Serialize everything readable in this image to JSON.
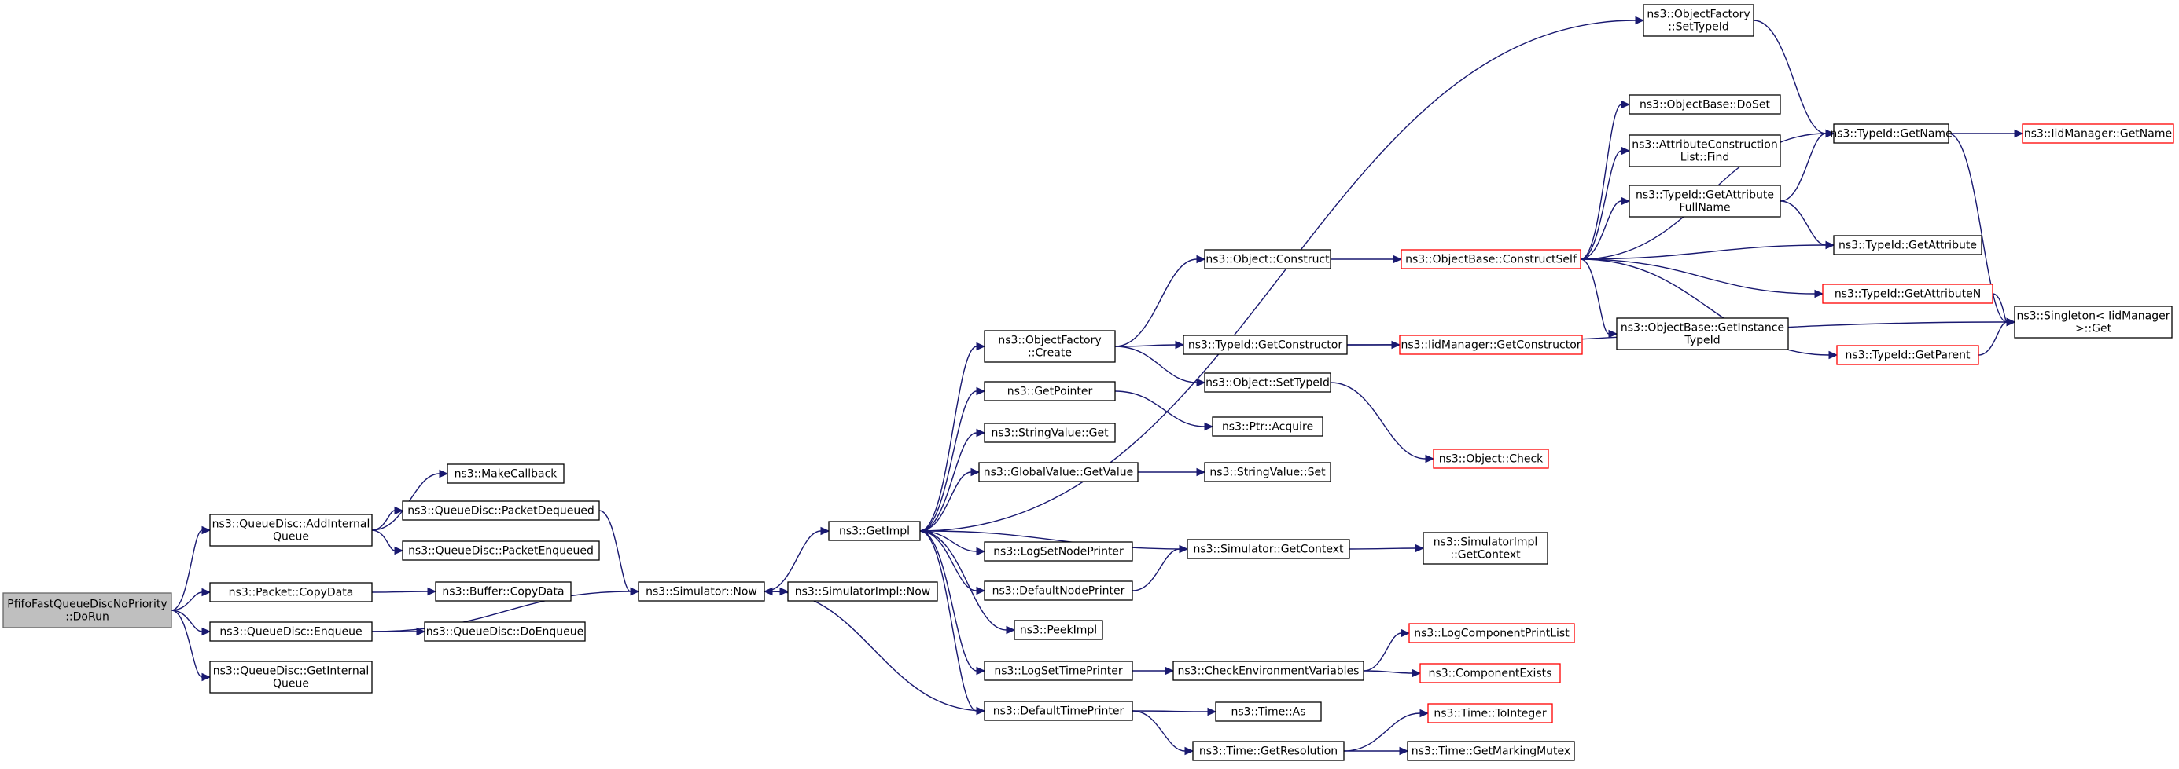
{
  "nodes": [
    {
      "id": "root",
      "lines": [
        "PfifoFastQueueDiscNoPriority",
        "::DoRun"
      ]
    },
    {
      "id": "qd_addint",
      "lines": [
        "ns3::QueueDisc::AddInternal",
        "Queue"
      ]
    },
    {
      "id": "packet_copy",
      "lines": [
        "ns3::Packet::CopyData"
      ]
    },
    {
      "id": "qd_enqueue",
      "lines": [
        "ns3::QueueDisc::Enqueue"
      ]
    },
    {
      "id": "qd_getint",
      "lines": [
        "ns3::QueueDisc::GetInternal",
        "Queue"
      ]
    },
    {
      "id": "makecb",
      "lines": [
        "ns3::MakeCallback"
      ]
    },
    {
      "id": "qd_pktdeq",
      "lines": [
        "ns3::QueueDisc::PacketDequeued"
      ]
    },
    {
      "id": "qd_pktenq",
      "lines": [
        "ns3::QueueDisc::PacketEnqueued"
      ]
    },
    {
      "id": "buf_copy",
      "lines": [
        "ns3::Buffer::CopyData"
      ]
    },
    {
      "id": "qd_doenq",
      "lines": [
        "ns3::QueueDisc::DoEnqueue"
      ]
    },
    {
      "id": "sim_now",
      "lines": [
        "ns3::Simulator::Now"
      ]
    },
    {
      "id": "simimpl_now",
      "lines": [
        "ns3::SimulatorImpl::Now"
      ]
    },
    {
      "id": "getimpl",
      "lines": [
        "ns3::GetImpl"
      ]
    },
    {
      "id": "of_create",
      "lines": [
        "ns3::ObjectFactory",
        "::Create"
      ]
    },
    {
      "id": "getpointer",
      "lines": [
        "ns3::GetPointer"
      ]
    },
    {
      "id": "sv_get",
      "lines": [
        "ns3::StringValue::Get"
      ]
    },
    {
      "id": "gv_getvalue",
      "lines": [
        "ns3::GlobalValue::GetValue"
      ]
    },
    {
      "id": "log_setnode",
      "lines": [
        "ns3::LogSetNodePrinter"
      ]
    },
    {
      "id": "def_nodeprinter",
      "lines": [
        "ns3::DefaultNodePrinter"
      ]
    },
    {
      "id": "peekimpl",
      "lines": [
        "ns3::PeekImpl"
      ]
    },
    {
      "id": "log_settime",
      "lines": [
        "ns3::LogSetTimePrinter"
      ]
    },
    {
      "id": "def_timeprinter",
      "lines": [
        "ns3::DefaultTimePrinter"
      ]
    },
    {
      "id": "of_settypeid",
      "lines": [
        "ns3::ObjectFactory",
        "::SetTypeId"
      ]
    },
    {
      "id": "obj_construct",
      "lines": [
        "ns3::Object::Construct"
      ]
    },
    {
      "id": "tid_getctor",
      "lines": [
        "ns3::TypeId::GetConstructor"
      ]
    },
    {
      "id": "obj_settypeid",
      "lines": [
        "ns3::Object::SetTypeId"
      ]
    },
    {
      "id": "ptr_acquire",
      "lines": [
        "ns3::Ptr::Acquire"
      ]
    },
    {
      "id": "sv_set",
      "lines": [
        "ns3::StringValue::Set"
      ]
    },
    {
      "id": "sim_getctx",
      "lines": [
        "ns3::Simulator::GetContext"
      ]
    },
    {
      "id": "check_env",
      "lines": [
        "ns3::CheckEnvironmentVariables"
      ]
    },
    {
      "id": "time_as",
      "lines": [
        "ns3::Time::As"
      ]
    },
    {
      "id": "time_getres",
      "lines": [
        "ns3::Time::GetResolution"
      ]
    },
    {
      "id": "ob_constructself",
      "lines": [
        "ns3::ObjectBase::ConstructSelf"
      ]
    },
    {
      "id": "iid_getctor",
      "lines": [
        "ns3::IidManager::GetConstructor"
      ]
    },
    {
      "id": "obj_check",
      "lines": [
        "ns3::Object::Check"
      ]
    },
    {
      "id": "simimpl_getctx",
      "lines": [
        "ns3::SimulatorImpl",
        "::GetContext"
      ]
    },
    {
      "id": "log_comp_print",
      "lines": [
        "ns3::LogComponentPrintList"
      ]
    },
    {
      "id": "comp_exists",
      "lines": [
        "ns3::ComponentExists"
      ]
    },
    {
      "id": "time_toint",
      "lines": [
        "ns3::Time::ToInteger"
      ]
    },
    {
      "id": "time_getmut",
      "lines": [
        "ns3::Time::GetMarkingMutex"
      ]
    },
    {
      "id": "ob_doset",
      "lines": [
        "ns3::ObjectBase::DoSet"
      ]
    },
    {
      "id": "acl_find",
      "lines": [
        "ns3::AttributeConstruction",
        "List::Find"
      ]
    },
    {
      "id": "tid_getattrfull",
      "lines": [
        "ns3::TypeId::GetAttribute",
        "FullName"
      ]
    },
    {
      "id": "ob_getinst",
      "lines": [
        "ns3::ObjectBase::GetInstance",
        "TypeId"
      ]
    },
    {
      "id": "tid_getname",
      "lines": [
        "ns3::TypeId::GetName"
      ]
    },
    {
      "id": "tid_getattr",
      "lines": [
        "ns3::TypeId::GetAttribute"
      ]
    },
    {
      "id": "tid_getattrn",
      "lines": [
        "ns3::TypeId::GetAttributeN"
      ]
    },
    {
      "id": "tid_getparent",
      "lines": [
        "ns3::TypeId::GetParent"
      ]
    },
    {
      "id": "iid_getname",
      "lines": [
        "ns3::IidManager::GetName"
      ]
    },
    {
      "id": "singleton_get",
      "lines": [
        "ns3::Singleton< IidManager",
        ">::Get"
      ]
    }
  ],
  "edges": [
    [
      "root",
      "qd_addint"
    ],
    [
      "root",
      "packet_copy"
    ],
    [
      "root",
      "qd_enqueue"
    ],
    [
      "root",
      "qd_getint"
    ],
    [
      "qd_addint",
      "makecb"
    ],
    [
      "qd_addint",
      "qd_pktdeq"
    ],
    [
      "qd_addint",
      "qd_pktenq"
    ],
    [
      "packet_copy",
      "buf_copy"
    ],
    [
      "qd_enqueue",
      "qd_doenq"
    ],
    [
      "qd_enqueue",
      "sim_now"
    ],
    [
      "qd_pktdeq",
      "sim_now"
    ],
    [
      "sim_now",
      "getimpl"
    ],
    [
      "sim_now",
      "simimpl_now"
    ],
    [
      "getimpl",
      "of_settypeid"
    ],
    [
      "getimpl",
      "of_create"
    ],
    [
      "getimpl",
      "getpointer"
    ],
    [
      "getimpl",
      "sv_get"
    ],
    [
      "getimpl",
      "gv_getvalue"
    ],
    [
      "getimpl",
      "log_setnode"
    ],
    [
      "getimpl",
      "def_nodeprinter"
    ],
    [
      "getimpl",
      "peekimpl"
    ],
    [
      "getimpl",
      "log_settime"
    ],
    [
      "getimpl",
      "def_timeprinter"
    ],
    [
      "def_timeprinter",
      "sim_now"
    ],
    [
      "def_timeprinter",
      "time_as"
    ],
    [
      "def_timeprinter",
      "time_getres"
    ],
    [
      "sim_getctx",
      "getimpl"
    ],
    [
      "def_nodeprinter",
      "sim_getctx"
    ],
    [
      "sim_getctx",
      "simimpl_getctx"
    ],
    [
      "log_settime",
      "check_env"
    ],
    [
      "check_env",
      "log_comp_print"
    ],
    [
      "check_env",
      "comp_exists"
    ],
    [
      "time_getres",
      "time_toint"
    ],
    [
      "time_getres",
      "time_getmut"
    ],
    [
      "of_create",
      "obj_construct"
    ],
    [
      "of_create",
      "tid_getctor"
    ],
    [
      "of_create",
      "obj_settypeid"
    ],
    [
      "getpointer",
      "ptr_acquire"
    ],
    [
      "gv_getvalue",
      "sv_set"
    ],
    [
      "obj_construct",
      "ob_constructself"
    ],
    [
      "tid_getctor",
      "iid_getctor"
    ],
    [
      "tid_getctor",
      "singleton_get"
    ],
    [
      "obj_settypeid",
      "obj_check"
    ],
    [
      "of_settypeid",
      "tid_getname"
    ],
    [
      "ob_constructself",
      "ob_doset"
    ],
    [
      "ob_constructself",
      "acl_find"
    ],
    [
      "ob_constructself",
      "tid_getattrfull"
    ],
    [
      "ob_constructself",
      "tid_getname"
    ],
    [
      "ob_constructself",
      "tid_getattr"
    ],
    [
      "ob_constructself",
      "tid_getattrn"
    ],
    [
      "ob_constructself",
      "ob_getinst"
    ],
    [
      "ob_constructself",
      "tid_getparent"
    ],
    [
      "tid_getattrfull",
      "tid_getname"
    ],
    [
      "tid_getattrfull",
      "tid_getattr"
    ],
    [
      "tid_getname",
      "iid_getname"
    ],
    [
      "tid_getname",
      "singleton_get"
    ],
    [
      "tid_getattrn",
      "singleton_get"
    ],
    [
      "tid_getparent",
      "singleton_get"
    ]
  ]
}
